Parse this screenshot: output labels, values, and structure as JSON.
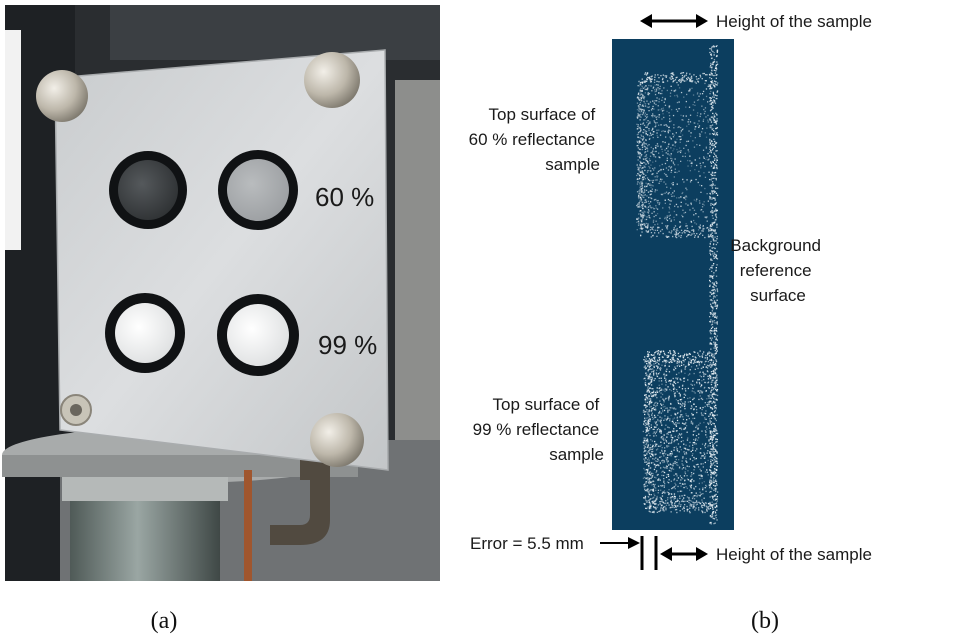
{
  "panel_a": {
    "caption": "(a)",
    "label_60": "60 %",
    "label_99": "99 %"
  },
  "panel_b": {
    "caption": "(b)",
    "height_top": "Height of the sample",
    "height_bottom": "Height of the sample",
    "top60": [
      "Top surface of",
      "60 % reflectance",
      "sample"
    ],
    "background": [
      "Background",
      "reference",
      "surface"
    ],
    "top99": [
      "Top surface of",
      "99 % reflectance",
      "sample"
    ],
    "error": "Error = 5.5 mm"
  },
  "colors": {
    "scan_background": "#0c3e5f",
    "point_cloud": "#e8f0f5",
    "plate": "#d6d8da"
  }
}
